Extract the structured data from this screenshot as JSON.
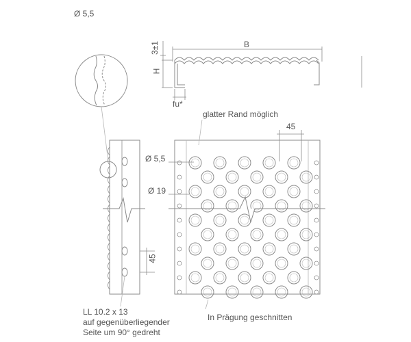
{
  "labels": {
    "hole_small_top": "Ø 5,5",
    "width": "B",
    "height_tolerance": "3±1",
    "height": "H",
    "fu": "fu*",
    "smooth_edge": "glatter Rand möglich",
    "pitch_top": "45",
    "hole_small": "Ø 5,5",
    "hole_large": "Ø 19",
    "pitch_side": "45",
    "slot_line1": "LL 10.2 x 13",
    "slot_line2": "auf gegenüberliegender",
    "slot_line3": "Seite um 90° gedreht",
    "cut_in_embossing": "In Prägung geschnitten"
  },
  "colors": {
    "line": "#8a8a8a",
    "light_line": "#b5b5b5",
    "text": "#555555"
  }
}
